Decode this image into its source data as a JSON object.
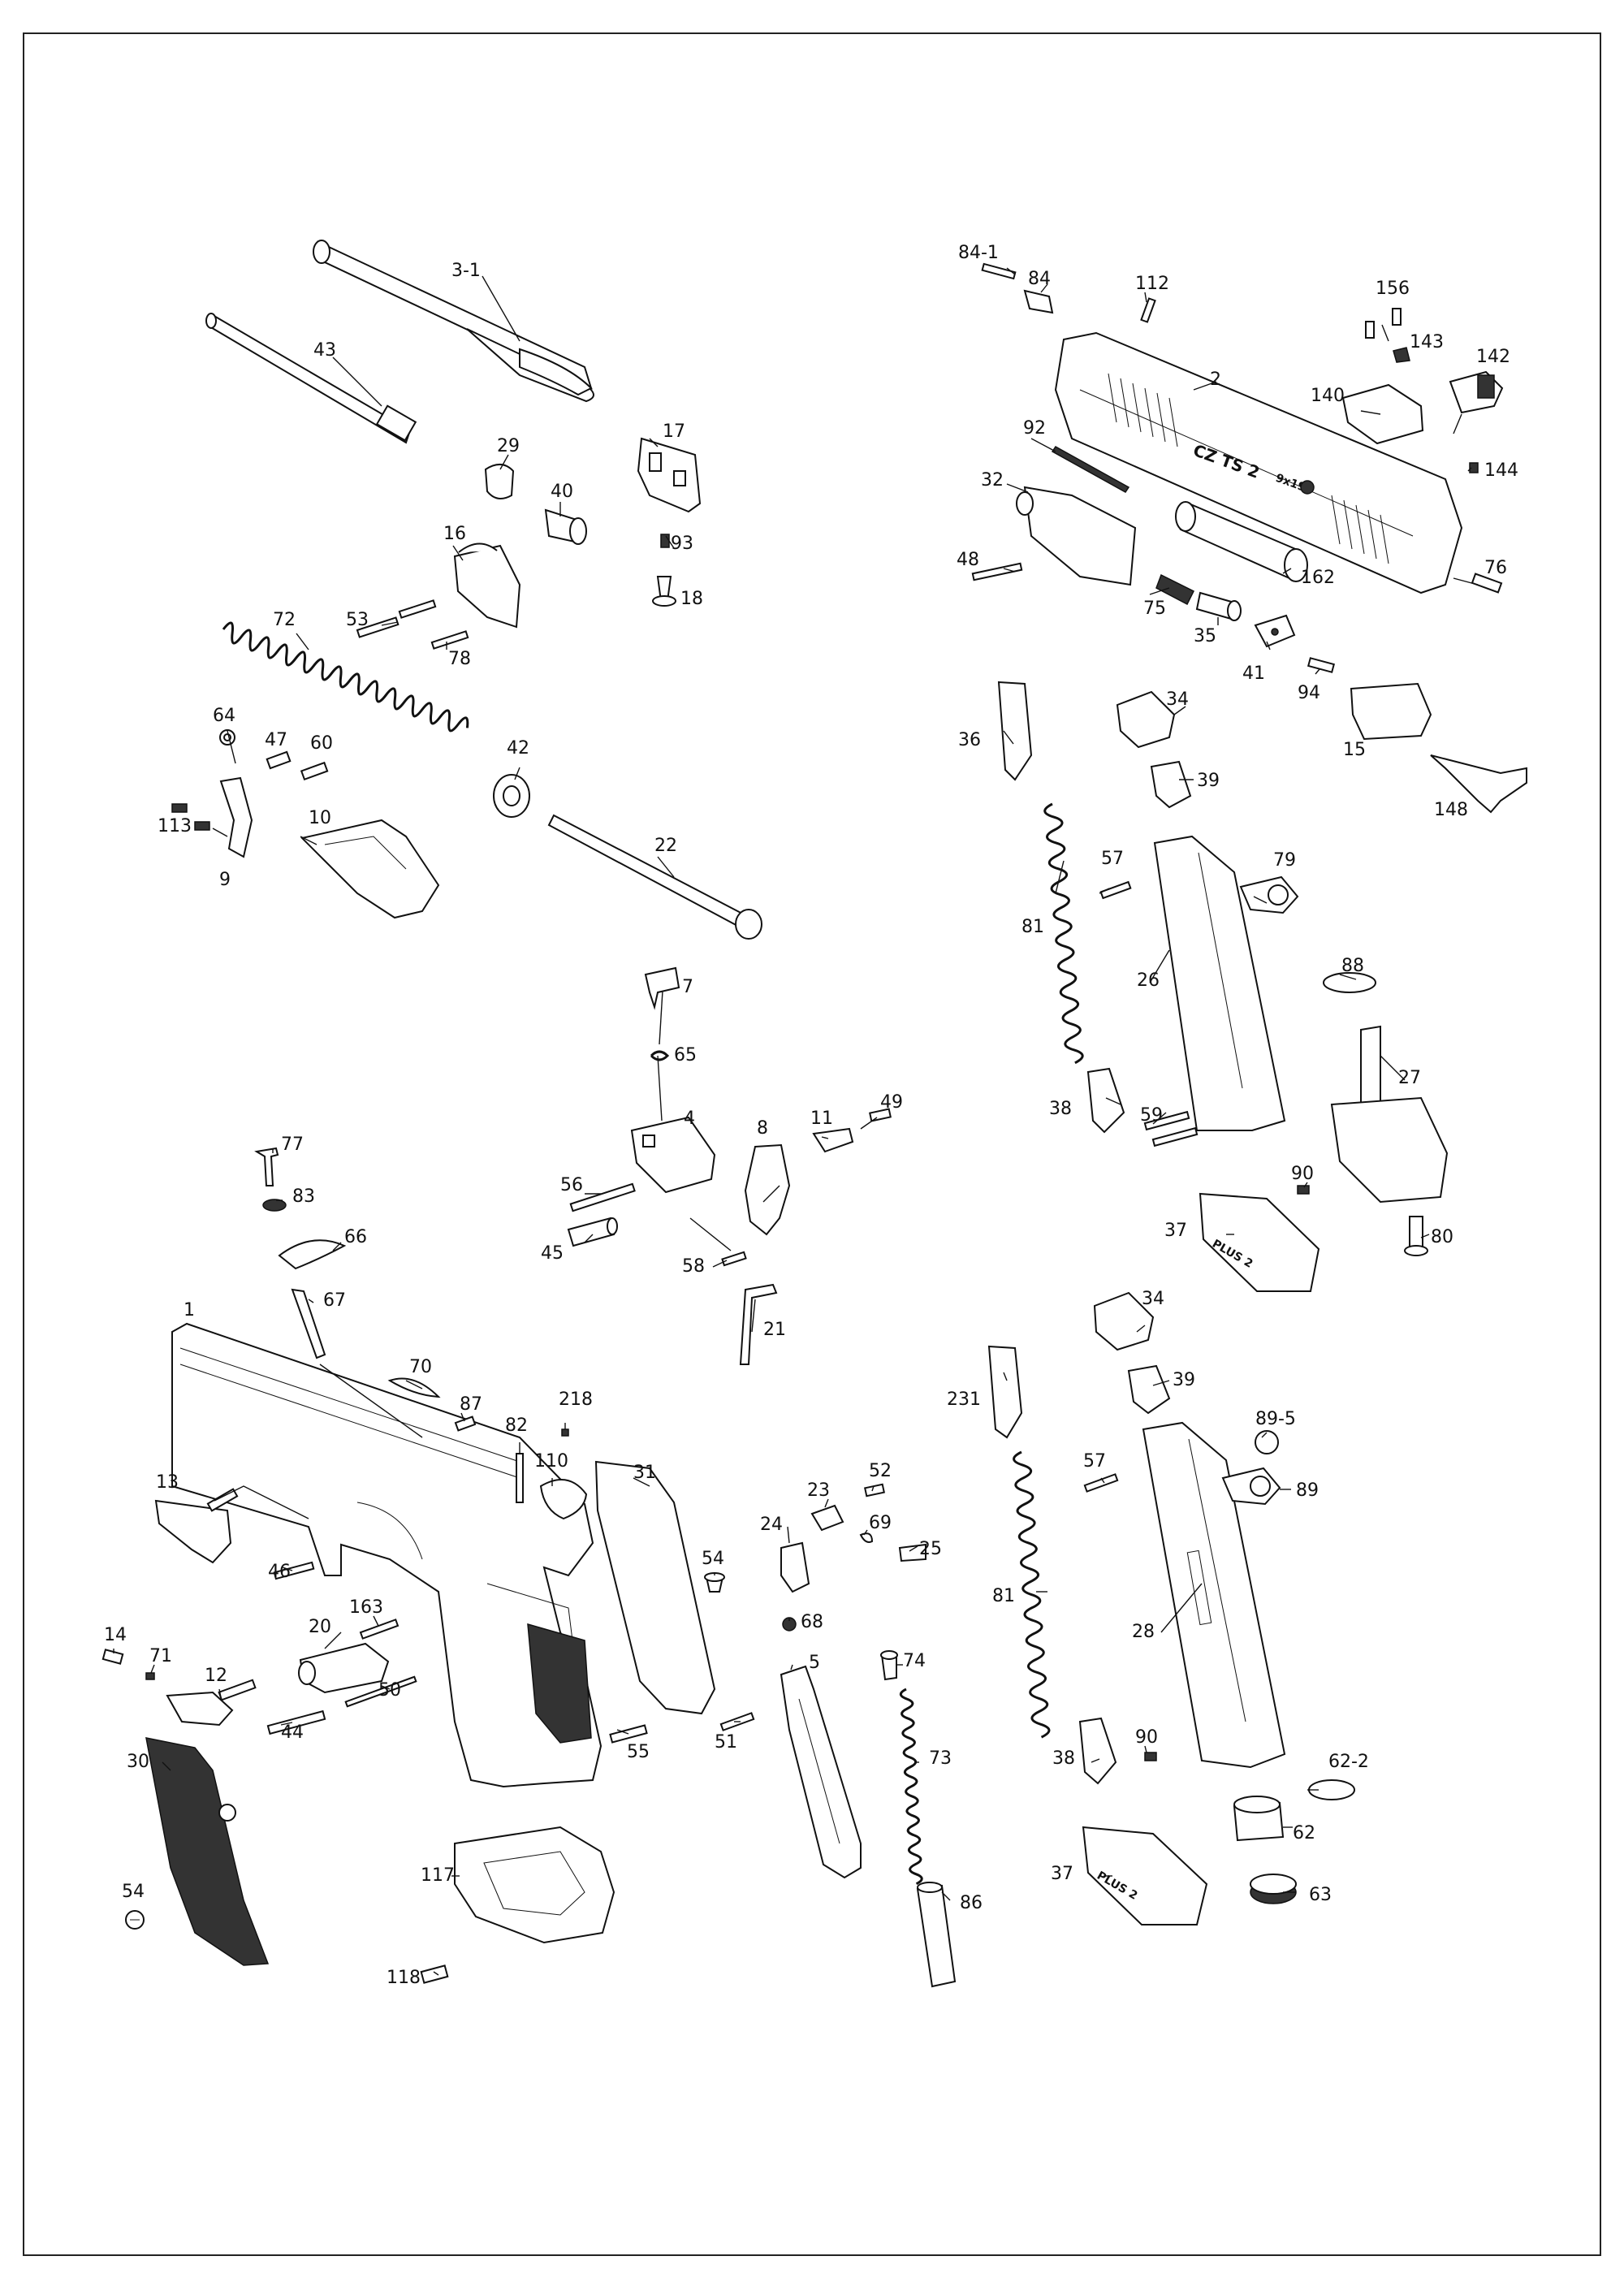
{
  "slide_marking": "CZ TS 2",
  "slide_caliber": "9x19",
  "magazine_marking": "PLUS 2",
  "callouts": [
    "1",
    "2",
    "3-1",
    "4",
    "5",
    "7",
    "8",
    "9",
    "10",
    "11",
    "12",
    "13",
    "14",
    "15",
    "16",
    "17",
    "18",
    "20",
    "21",
    "22",
    "23",
    "24",
    "25",
    "26",
    "27",
    "28",
    "29",
    "30",
    "31",
    "32",
    "34",
    "35",
    "36",
    "37",
    "38",
    "39",
    "40",
    "41",
    "42",
    "43",
    "44",
    "45",
    "46",
    "47",
    "48",
    "49",
    "50",
    "51",
    "52",
    "53",
    "54",
    "55",
    "56",
    "57",
    "58",
    "59",
    "60",
    "62",
    "62-2",
    "63",
    "64",
    "65",
    "66",
    "67",
    "68",
    "69",
    "70",
    "71",
    "72",
    "73",
    "74",
    "75",
    "76",
    "77",
    "78",
    "79",
    "80",
    "81",
    "82",
    "83",
    "84",
    "84-1",
    "86",
    "87",
    "88",
    "89",
    "89-5",
    "90",
    "92",
    "93",
    "94",
    "110",
    "112",
    "113",
    "117",
    "118",
    "140",
    "142",
    "143",
    "144",
    "148",
    "156",
    "162",
    "163",
    "218",
    "231"
  ],
  "extra_callouts": [
    "34",
    "37",
    "38",
    "39",
    "54",
    "57",
    "81",
    "90"
  ]
}
